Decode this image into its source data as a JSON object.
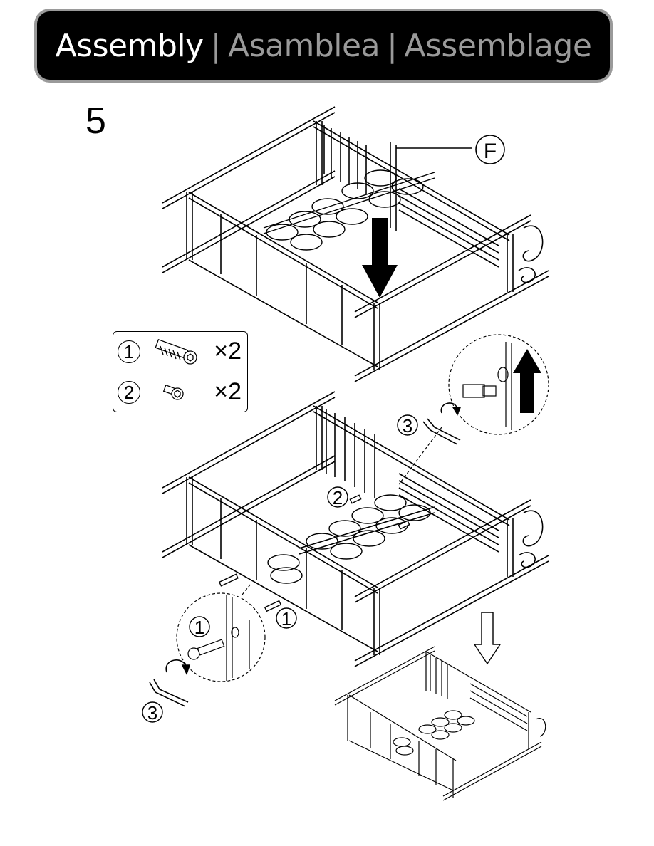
{
  "header": {
    "title_en": "Assembly",
    "separator": "|",
    "title_es": "Asamblea",
    "title_fr": "Assemblage"
  },
  "step": {
    "number": "5"
  },
  "callouts": {
    "part_f": "F",
    "bolt_1": "1",
    "bolt_2": "2",
    "tool_3": "3"
  },
  "parts_list": [
    {
      "number": "1",
      "quantity": "×2"
    },
    {
      "number": "2",
      "quantity": "×2"
    }
  ],
  "colors": {
    "header_bg": "#000000",
    "header_primary": "#ffffff",
    "header_secondary": "#9a9a9a"
  }
}
